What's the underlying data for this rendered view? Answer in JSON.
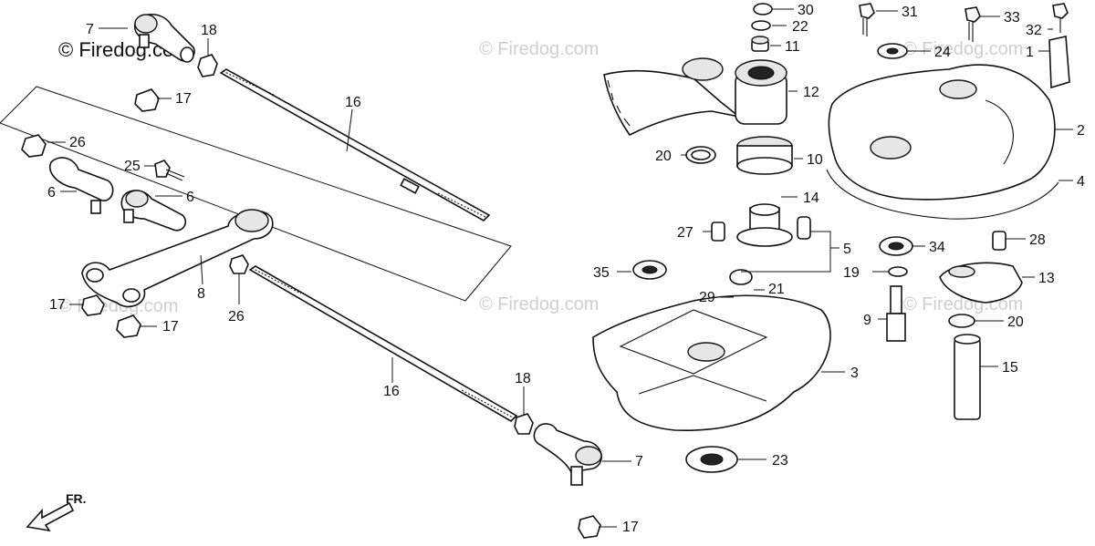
{
  "watermark": {
    "main": "© Firedog.com",
    "faint": "© Firedog.com"
  },
  "direction_marker": {
    "label": "FR."
  },
  "callouts": {
    "c1": "1",
    "c2": "2",
    "c3": "3",
    "c4": "4",
    "c5": "5",
    "c6a": "6",
    "c6b": "6",
    "c7a": "7",
    "c7b": "7",
    "c8": "8",
    "c9": "9",
    "c10": "10",
    "c11": "11",
    "c12": "12",
    "c13": "13",
    "c14": "14",
    "c15": "15",
    "c16a": "16",
    "c16b": "16",
    "c17a": "17",
    "c17b": "17",
    "c17c": "17",
    "c17d": "17",
    "c18a": "18",
    "c18b": "18",
    "c19": "19",
    "c20a": "20",
    "c20b": "20",
    "c21": "21",
    "c22": "22",
    "c23": "23",
    "c24": "24",
    "c25": "25",
    "c26a": "26",
    "c26b": "26",
    "c27": "27",
    "c28": "28",
    "c29": "29",
    "c30": "30",
    "c31": "31",
    "c32": "32",
    "c33": "33",
    "c34": "34",
    "c35": "35"
  }
}
